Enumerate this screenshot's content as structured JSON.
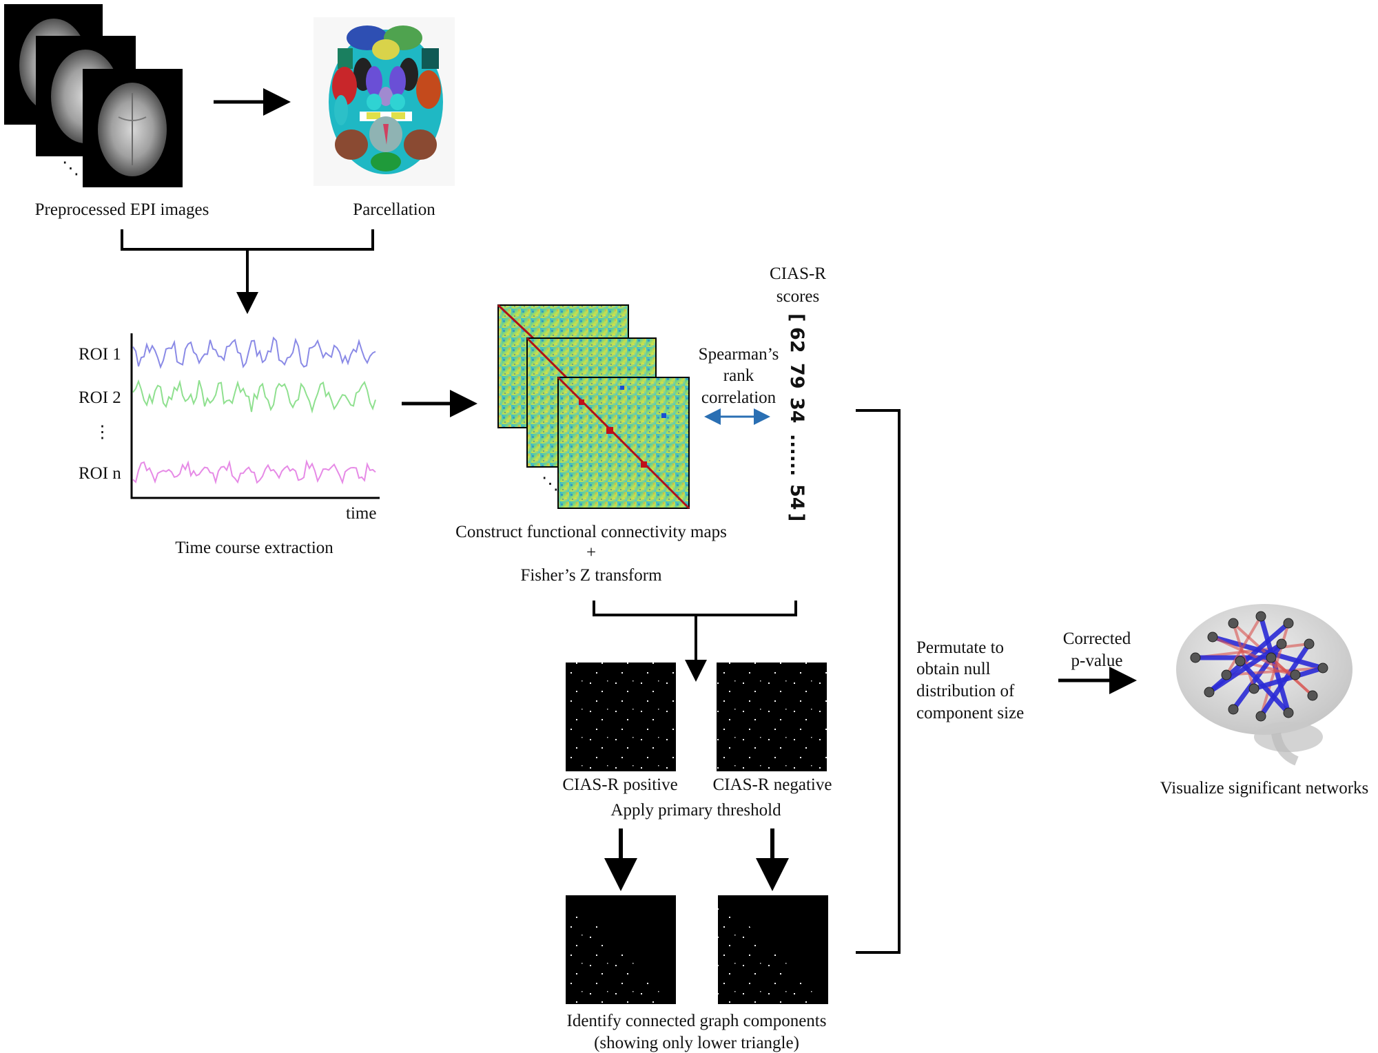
{
  "labels": {
    "epi": "Preprocessed EPI images",
    "parcellation": "Parcellation",
    "roi1": "ROI 1",
    "roi2": "ROI 2",
    "roin": "ROI n",
    "time": "time",
    "timecourse": "Time course extraction",
    "cias_line1": "CIAS-R",
    "cias_line2": "scores",
    "spearman_line1": "Spearman’s",
    "spearman_line2": "rank",
    "spearman_line3": "correlation",
    "construct_line1": "Construct functional connectivity maps",
    "construct_plus": "+",
    "construct_line2": "Fisher’s Z transform",
    "positive": "CIAS-R positive",
    "negative": "CIAS-R negative",
    "primary_threshold": "Apply primary threshold",
    "identify_line1": "Identify connected graph components",
    "identify_line2": "(showing only lower triangle)",
    "permutate_line1": "Permutate to",
    "permutate_line2": "obtain null",
    "permutate_line3": "distribution of",
    "permutate_line4": "component size",
    "corrected_line1": "Corrected",
    "corrected_line2": "p-value",
    "visualize": "Visualize significant networks"
  },
  "scores": {
    "open": "[",
    "v1": "62",
    "v2": "79",
    "v3": "34",
    "dots": "......",
    "v4": "54",
    "close": "]"
  },
  "colors": {
    "roi1": "#8a8ae6",
    "roi2": "#8fe08f",
    "roin": "#e68ae6",
    "double_arrow": "#2a6fb3",
    "edge_positive": "#d9534f",
    "edge_negative": "#2b2bd6"
  }
}
